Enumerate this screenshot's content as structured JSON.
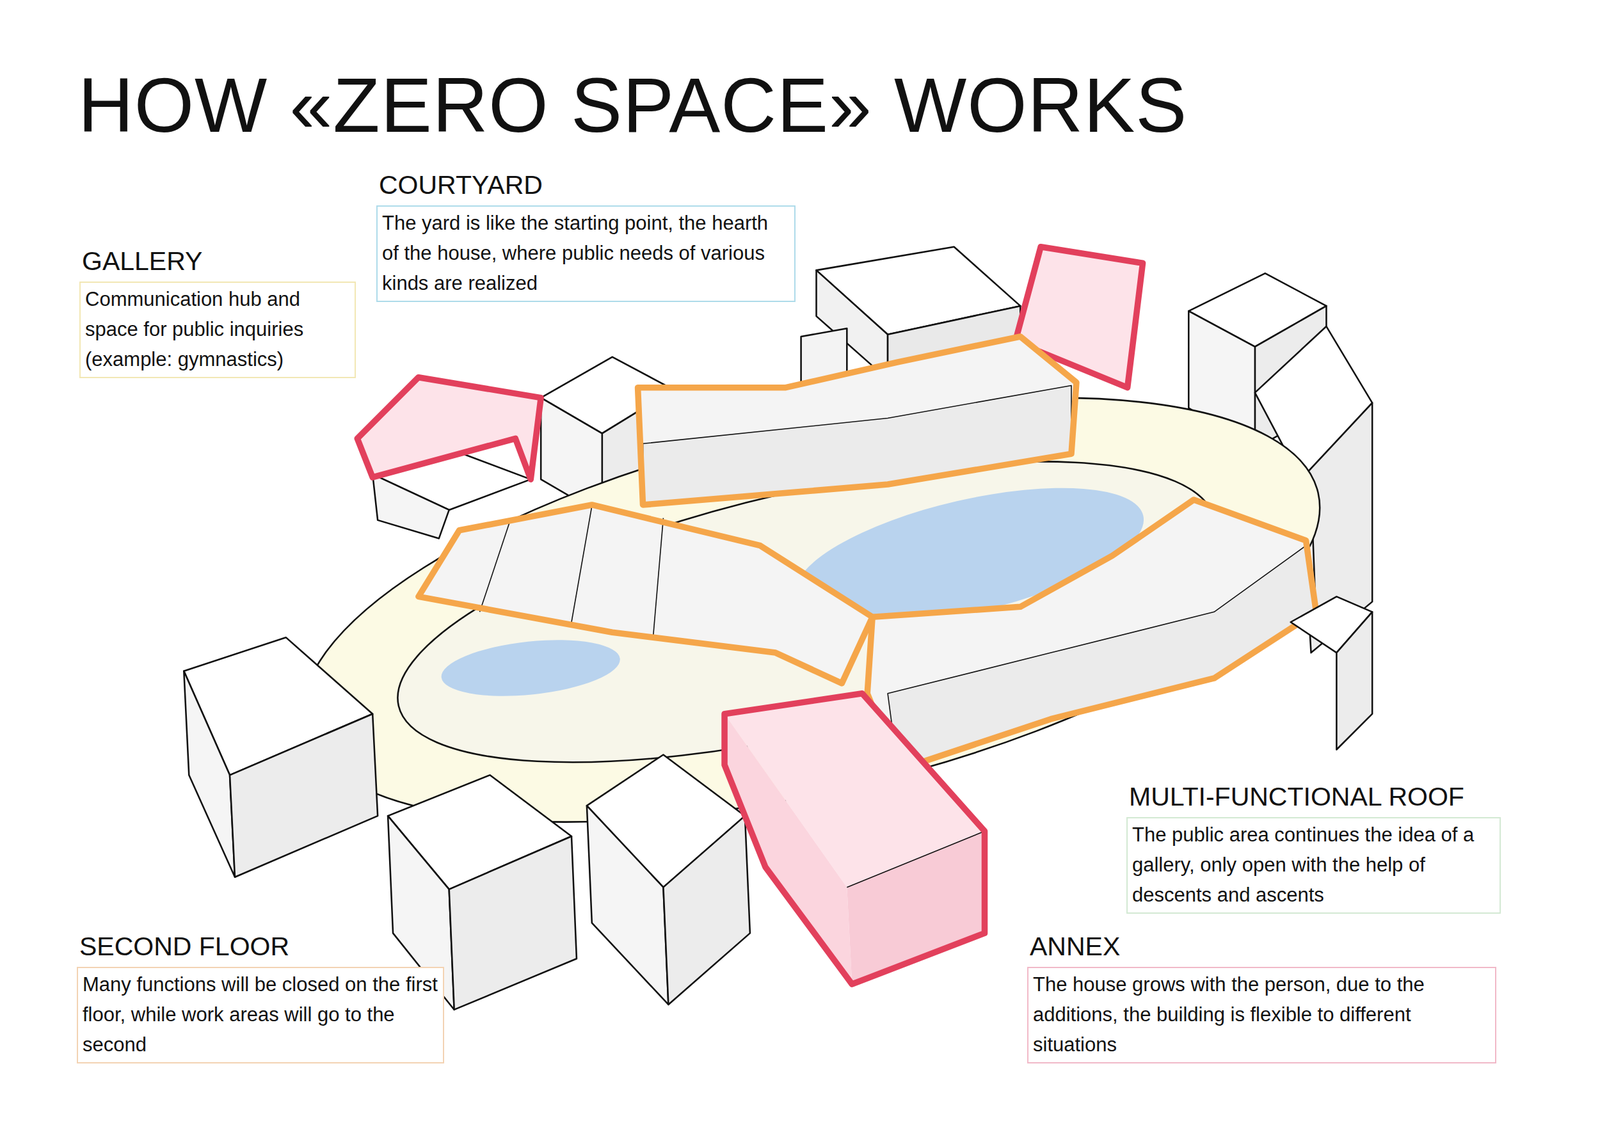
{
  "diagram": {
    "title": "HOW «ZERO SPACE» WORKS",
    "nodes": [
      {
        "text": [
          "COURTYARD",
          "The yard is like the starting point, the hearth of the house, where public needs of various kinds are realized"
        ]
      },
      {
        "text": [
          "GALLERY",
          "Communication hub and space for public inquiries (example: gymnastics)"
        ]
      },
      {
        "text": [
          "MULTI-FUNCTIONAL ROOF",
          "The public area continues the idea of a gallery, only open with the help of descents and ascents"
        ]
      },
      {
        "text": [
          "SECOND FLOOR",
          "Many functions will be closed on the first floor, while work areas will go to the second"
        ]
      },
      {
        "text": [
          "ANNEX",
          "The house grows with the person, due to the additions, the building is flexible to different situations"
        ]
      }
    ]
  }
}
